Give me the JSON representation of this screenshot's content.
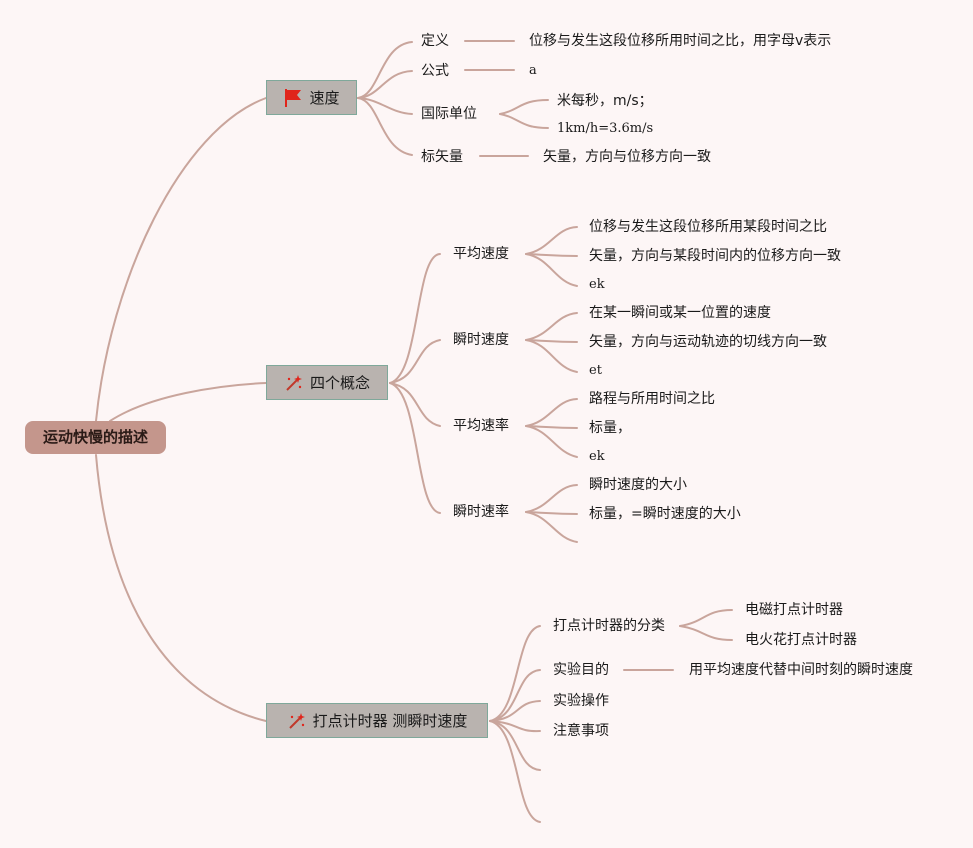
{
  "root": {
    "label": "运动快慢的描述"
  },
  "branches": [
    {
      "label": "速度",
      "icon": "red-flag-icon",
      "children": [
        {
          "label": "定义",
          "leaves": [
            "位移与发生这段位移所用时间之比，用字母v表示"
          ]
        },
        {
          "label": "公式",
          "leaves": [
            "a"
          ]
        },
        {
          "label": "国际单位",
          "leaves": [
            "米每秒，m/s；",
            "1km/h=3.6m/s"
          ]
        },
        {
          "label": "标矢量",
          "leaves": [
            "矢量，方向与位移方向一致"
          ]
        }
      ]
    },
    {
      "label": "四个概念",
      "icon": "magic-wand-icon",
      "children": [
        {
          "label": "平均速度",
          "leaves": [
            "位移与发生这段位移所用某段时间之比",
            "矢量，方向与某段时间内的位移方向一致",
            "ek"
          ]
        },
        {
          "label": "瞬时速度",
          "leaves": [
            "在某一瞬间或某一位置的速度",
            "矢量，方向与运动轨迹的切线方向一致",
            "et"
          ]
        },
        {
          "label": "平均速率",
          "leaves": [
            "路程与所用时间之比",
            "标量，",
            "ek"
          ]
        },
        {
          "label": "瞬时速率",
          "leaves": [
            "瞬时速度的大小",
            "标量，=瞬时速度的大小",
            ""
          ]
        }
      ]
    },
    {
      "label": "打点计时器 测瞬时速度",
      "icon": "magic-wand-icon",
      "children": [
        {
          "label": "打点计时器的分类",
          "leaves": [
            "电磁打点计时器",
            "电火花打点计时器"
          ]
        },
        {
          "label": "实验目的",
          "leaves": [
            "用平均速度代替中间时刻的瞬时速度"
          ]
        },
        {
          "label": "实验操作",
          "leaves": []
        },
        {
          "label": "注意事项",
          "leaves": []
        },
        {
          "label": "",
          "leaves": []
        },
        {
          "label": "",
          "leaves": []
        }
      ]
    }
  ],
  "colors": {
    "background": "#fdf6f6",
    "connector": "#c9a59c",
    "root_fill": "#c4968c",
    "branch_fill": "#b9b3af",
    "branch_border": "#7fa89a",
    "flag": "#e0251b"
  }
}
